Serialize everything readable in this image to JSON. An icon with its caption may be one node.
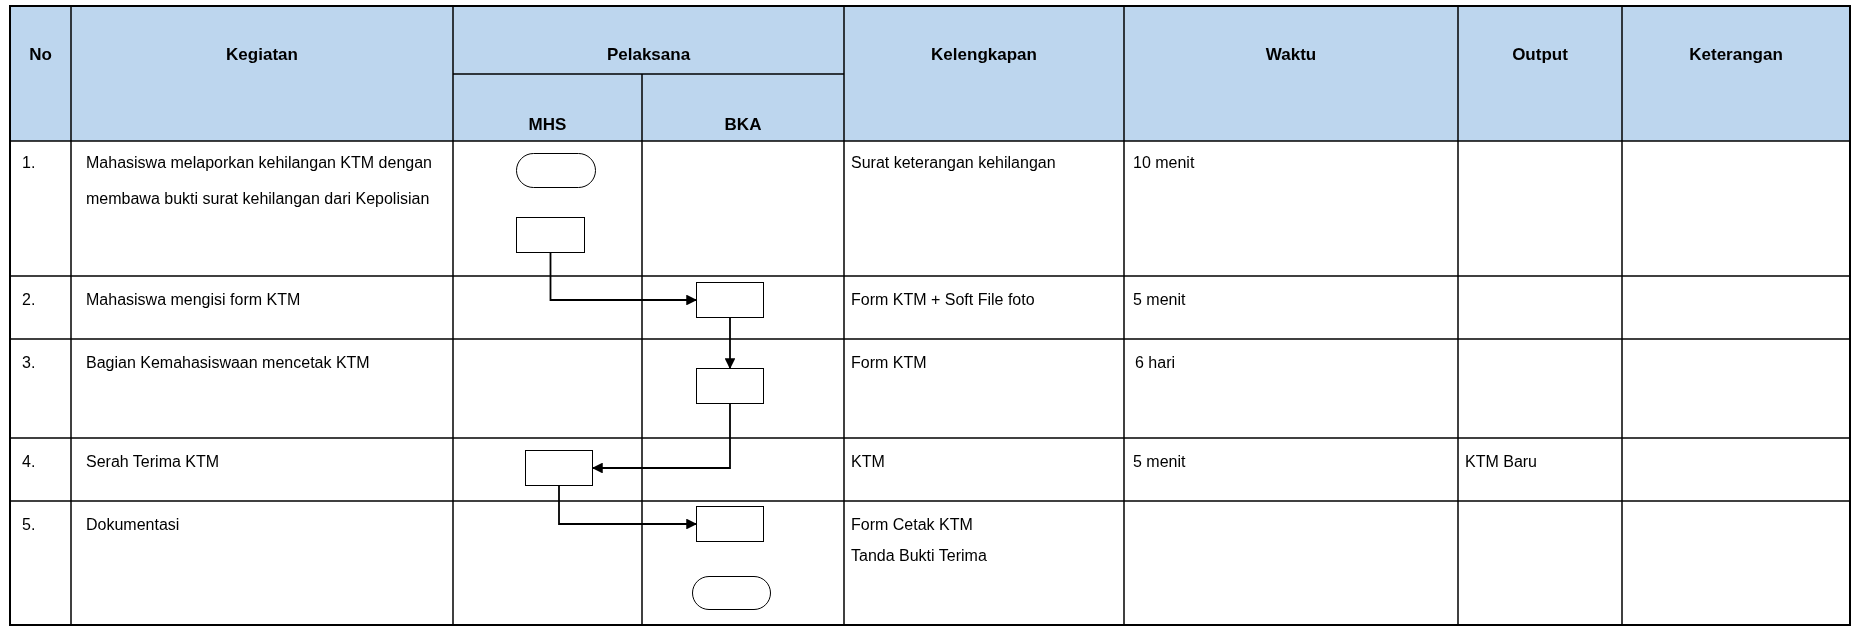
{
  "diagram": {
    "nodes": [
      {
        "text": [],
        "shape": "oval"
      },
      {
        "text": [],
        "shape": "box"
      },
      {
        "text": [],
        "shape": "box"
      },
      {
        "text": [],
        "shape": "box"
      },
      {
        "text": [],
        "shape": "box"
      },
      {
        "text": [],
        "shape": "box"
      },
      {
        "text": [],
        "shape": "oval"
      }
    ],
    "edges": [
      {
        "from": 1,
        "to": 2,
        "arrow": "to"
      },
      {
        "from": 2,
        "to": 3,
        "arrow": "to"
      },
      {
        "from": 3,
        "to": 4,
        "arrow": "to"
      },
      {
        "from": 4,
        "to": 5,
        "arrow": "to"
      }
    ],
    "labels": [
      "No",
      "Kegiatan",
      "Pelaksana",
      "Kelengkapan",
      "Waktu",
      "Output",
      "Keterangan",
      "MHS",
      "BKA",
      "1.",
      "Mahasiswa melaporkan kehilangan KTM dengan membawa bukti surat kehilangan dari Kepolisian",
      "Surat keterangan kehilangan",
      "10 menit",
      "2.",
      "Mahasiswa mengisi form KTM",
      "Form KTM + Soft File foto",
      "5 menit",
      "3.",
      "Bagian Kemahasiswaan mencetak KTM",
      "Form KTM",
      "6 hari",
      "4.",
      "Serah Terima KTM",
      "KTM",
      "5 menit",
      "KTM Baru",
      "5.",
      "Dokumentasi",
      "Form Cetak KTM",
      "Tanda Bukti Terima"
    ]
  }
}
